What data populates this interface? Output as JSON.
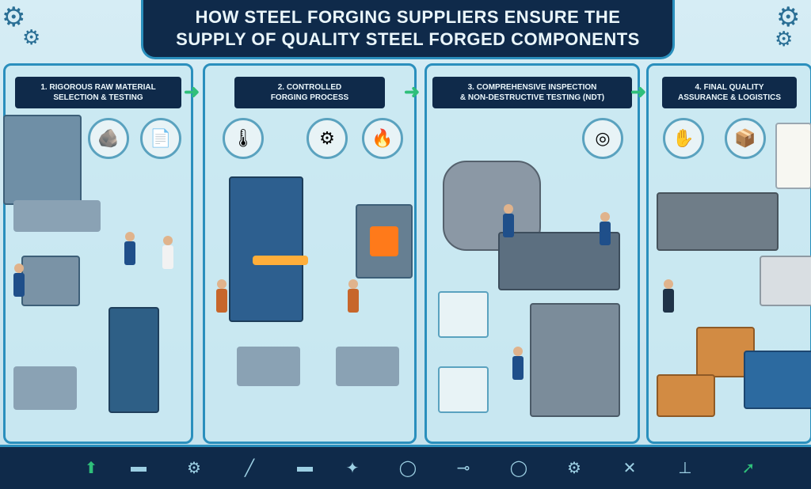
{
  "title": {
    "line1": "HOW STEEL FORGING SUPPLIERS ENSURE THE",
    "line2": "SUPPLY OF QUALITY STEEL FORGED COMPONENTS"
  },
  "panels": [
    {
      "heading": "1. RIGOROUS RAW MATERIAL\nSELECTION & TESTING"
    },
    {
      "heading": "2. CONTROLLED\nFORGING PROCESS"
    },
    {
      "heading": "3. COMPREHENSIVE INSPECTION\n& NON-DESTRUCTIVE TESTING (NDT)"
    },
    {
      "heading": "4. FINAL QUALITY\nASSURANCE & LOGISTICS"
    }
  ],
  "icons": {
    "gear": "gear-icon",
    "fire": "fire-icon",
    "arrow": "arrow-right-icon"
  },
  "colors": {
    "navy": "#0f2a4a",
    "accent": "#2a8fbd",
    "flow": "#2fbf7a",
    "fire": "#ff7a1a"
  }
}
